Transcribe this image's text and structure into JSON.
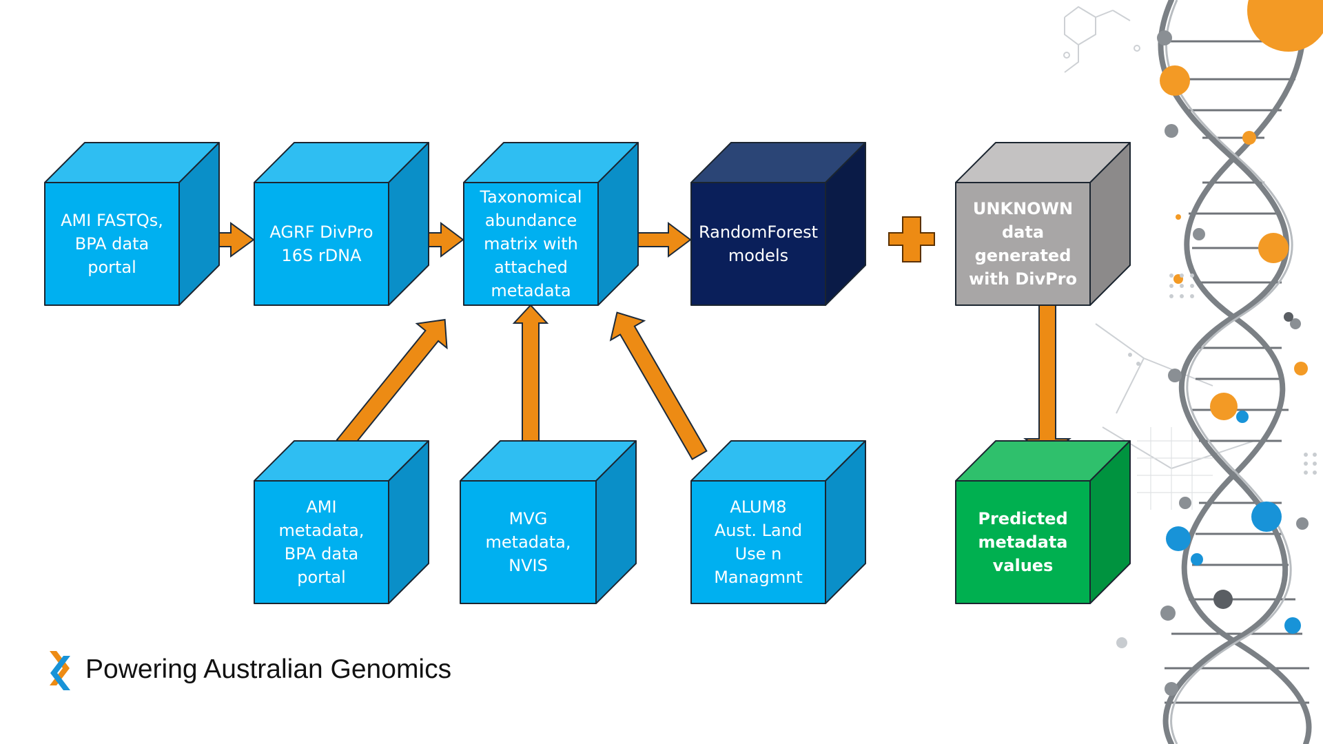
{
  "colors": {
    "blue_front": "#00b0f0",
    "blue_top": "#2fbef2",
    "blue_side": "#0a8fc8",
    "navy_front": "#0a1f5a",
    "navy_top": "#2b4576",
    "navy_side": "#0a1b47",
    "grey_front": "#a8a6a6",
    "grey_top": "#c4c2c2",
    "grey_side": "#8c8a8a",
    "green_front": "#00b050",
    "green_top": "#2fc06c",
    "green_side": "#00933f",
    "arrow_orange": "#ed8b14",
    "accent_blue": "#1893d8"
  },
  "diagram": {
    "boxes": {
      "ami_fastqs": "AMI FASTQs,\nBPA data\nportal",
      "agrf_divpro": "AGRF DivPro\n16S rDNA",
      "taxonomical": "Taxonomical\nabundance\nmatrix with\nattached\nmetadata",
      "randomforest": "RandomForest\nmodels",
      "unknown": "UNKNOWN\ndata\ngenerated\nwith DivPro",
      "ami_metadata": "AMI\nmetadata,\nBPA data\nportal",
      "mvg": "MVG\nmetadata,\nNVIS",
      "alum8": "ALUM8\nAust. Land\nUse n\nManagmnt",
      "predicted": "Predicted\nmetadata\nvalues"
    },
    "plus_symbol": "plus-icon"
  },
  "footer": {
    "brand_text": "Powering Australian Genomics",
    "brand_icon": "genomics-logo-icon"
  },
  "decoration": {
    "background_art": "dna-helix-illustration"
  }
}
